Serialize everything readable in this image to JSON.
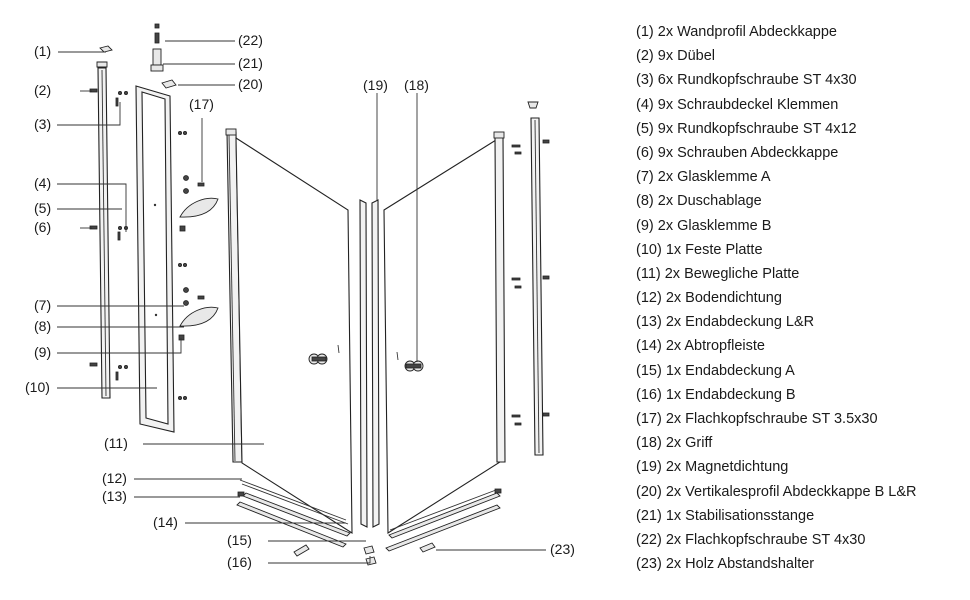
{
  "callouts": [
    "(1)",
    "(2)",
    "(3)",
    "(4)",
    "(5)",
    "(6)",
    "(7)",
    "(8)",
    "(9)",
    "(10)",
    "(11)",
    "(12)",
    "(13)",
    "(14)",
    "(15)",
    "(16)",
    "(17)",
    "(18)",
    "(19)",
    "(20)",
    "(21)",
    "(22)",
    "(23)"
  ],
  "legend": [
    "(1) 2x Wandprofil Abdeckkappe",
    "(2) 9x Dübel",
    "(3) 6x Rundkopfschraube ST 4x30",
    "(4) 9x Schraubdeckel Klemmen",
    "(5) 9x Rundkopfschraube ST 4x12",
    "(6) 9x Schrauben Abdeckkappe",
    "(7) 2x Glasklemme A",
    "(8) 2x Duschablage",
    "(9) 2x Glasklemme B",
    "(10) 1x Feste Platte",
    "(11) 2x Bewegliche Platte",
    "(12) 2x Bodendichtung",
    "(13) 2x Endabdeckung L&R",
    "(14) 2x Abtropfleiste",
    "(15) 1x Endabdeckung A",
    "(16) 1x Endabdeckung B",
    "(17) 2x Flachkopfschraube ST 3.5x30",
    "(18) 2x Griff",
    "(19) 2x Magnetdichtung",
    "(20) 2x Vertikalesprofil Abdeckkappe B L&R",
    "(21) 1x Stabilisationsstange",
    "(22) 2x Flachkopfschraube ST 4x30",
    "(23) 2x Holz Abstandshalter"
  ]
}
